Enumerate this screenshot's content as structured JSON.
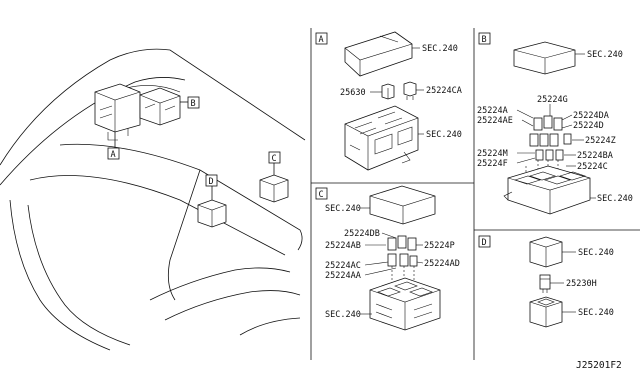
{
  "overview": {
    "callouts": [
      "A",
      "B",
      "C",
      "D"
    ]
  },
  "panel_a": {
    "tag": "A",
    "labels": [
      "SEC.240",
      "25630",
      "25224CA",
      "SEC.240"
    ]
  },
  "panel_b": {
    "tag": "B",
    "labels": [
      "SEC.240",
      "25224G",
      "25224A",
      "25224AE",
      "25224DA",
      "25224D",
      "25224Z",
      "25224M",
      "25224F",
      "25224BA",
      "25224C",
      "SEC.240"
    ]
  },
  "panel_c": {
    "tag": "C",
    "labels": [
      "SEC.240",
      "25224DB",
      "25224AB",
      "25224P",
      "25224AC",
      "25224AA",
      "25224AD",
      "SEC.240"
    ]
  },
  "panel_d": {
    "tag": "D",
    "labels": [
      "SEC.240",
      "25230H",
      "SEC.240"
    ]
  },
  "diagram_code": "J25201F2"
}
